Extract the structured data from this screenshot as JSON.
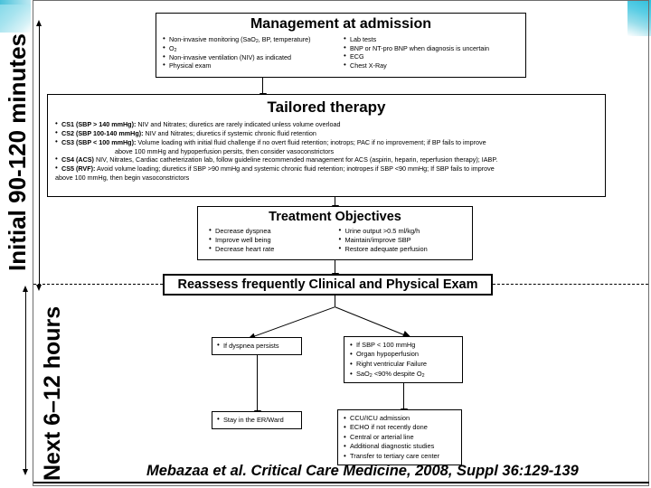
{
  "slide": {
    "phases": [
      {
        "id": "phase-initial",
        "label": "Initial 90-120 minutes"
      },
      {
        "id": "phase-next",
        "label": "Next 6–12 hours"
      }
    ],
    "citation": "Mebazaa et al. Critical Care Medicine, 2008, Suppl 36:129-139",
    "accent_color": "#49c2da",
    "line_color": "#000000",
    "background_color": "#ffffff"
  },
  "management": {
    "title": "Management at admission",
    "left_items": [
      "Non-invasive monitoring (SaO2, BP, temperature)",
      "O2",
      "Non-invasive ventilation (NIV) as indicated",
      "Physical exam"
    ],
    "right_items": [
      "Lab tests",
      "BNP or NT-pro BNP when diagnosis is uncertain",
      "ECG",
      "Chest X-Ray"
    ]
  },
  "tailored": {
    "title": "Tailored therapy",
    "rows": [
      {
        "tag": "CS1 (SBP > 140 mmHg):",
        "text": " NIV and Nitrates; diuretics are rarely indicated unless volume overload",
        "continuation": ""
      },
      {
        "tag": "CS2 (SBP 100-140 mmHg):",
        "text": " NIV and Nitrates; diuretics if systemic chronic fluid retention",
        "continuation": ""
      },
      {
        "tag": "CS3 (SBP < 100 mmHg):",
        "text": " Volume loading with initial fluid challenge if no overt fluid retention; inotrops; PAC if no improvement; if BP fails to improve",
        "continuation": "above 100 mmHg and hypoperfusion persits,  then consider vasoconstrictors"
      },
      {
        "tag": "CS4 (ACS)",
        "text": "  NIV, Nitrates, Cardiac catheterization lab, follow guideline recommended management for ACS (aspirin, heparin, reperfusion therapy); IABP.",
        "continuation": ""
      },
      {
        "tag": "CS5 (RVF):",
        "text": " Avoid volume loading; diuretics if SBP >90 mmHg and systemic chronic fluid retention; inotropes if SBP <90 mmHg; If SBP fails to improve",
        "continuation2": "above 100 mmHg, then begin vasoconstrictors"
      }
    ]
  },
  "objectives": {
    "title": "Treatment Objectives",
    "left_items": [
      "Decrease dyspnea",
      "Improve well being",
      "Decrease heart rate"
    ],
    "right_items": [
      "Urine output >0.5 ml/kg/h",
      "Maintain/improve SBP",
      "Restore adequate perfusion"
    ]
  },
  "reassess": {
    "label": "Reassess frequently Clinical and Physical Exam"
  },
  "branch_left": {
    "condition_items": [
      "If dyspnea persists"
    ],
    "outcome_items": [
      "Stay in the ER/Ward"
    ]
  },
  "branch_right": {
    "condition_items": [
      "If SBP < 100 mmHg",
      "Organ hypoperfusion",
      "Right ventricular Failure",
      "SaO2 <90% despite O2"
    ],
    "outcome_items": [
      "CCU/ICU admission",
      "ECHO if not recently done",
      "Central or arterial line",
      "Additional diagnostic studies",
      "Transfer to tertiary care center"
    ]
  }
}
